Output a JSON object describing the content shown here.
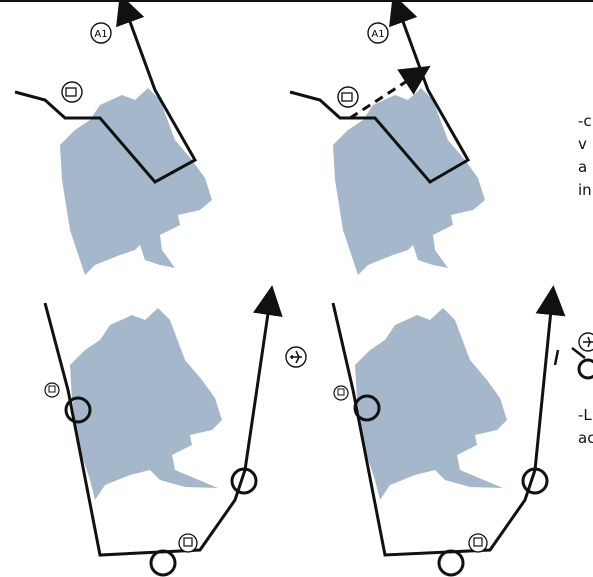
{
  "colors": {
    "area": "#a5b8cb",
    "line": "#111111",
    "background": "#ffffff"
  },
  "labels": {
    "a1_badge": "A1",
    "side_note_top": [
      "-c",
      "v",
      "a",
      "in"
    ],
    "side_note_bottom": [
      "-L",
      "ac"
    ]
  },
  "icons": {
    "highway": "highway-a1-icon",
    "junction": "interchange-icon",
    "airplane": "airplane-icon",
    "train": "train-icon"
  }
}
